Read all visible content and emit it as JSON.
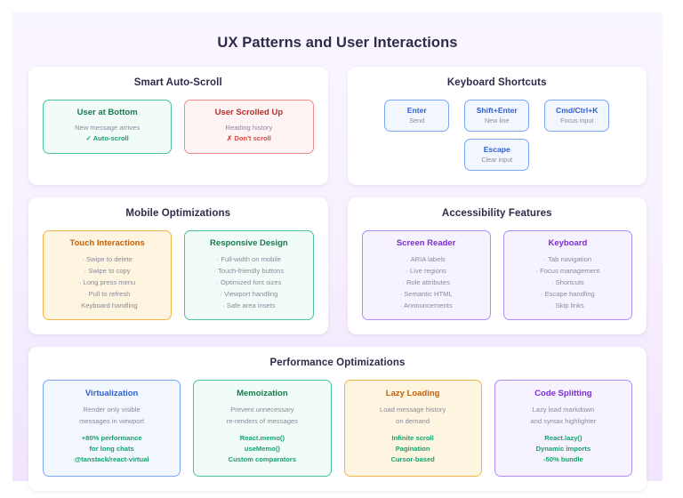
{
  "page": {
    "title": "UX Patterns and User Interactions",
    "background_top": "#faf6ff",
    "background_bottom": "#f1e6fd"
  },
  "sections": {
    "auto_scroll": {
      "title": "Smart Auto-Scroll",
      "boxes": [
        {
          "title": "User at Bottom",
          "lines": [
            "New message arrives"
          ],
          "accent": [
            "✓ Auto-scroll"
          ],
          "color": "#1aa06d"
        },
        {
          "title": "User Scrolled Up",
          "lines": [
            "Reading history"
          ],
          "accent": [
            "✗ Don't scroll"
          ],
          "color": "#e0453f"
        }
      ]
    },
    "keyboard": {
      "title": "Keyboard Shortcuts",
      "keys": [
        {
          "key": "Enter",
          "desc": "Send"
        },
        {
          "key": "Shift+Enter",
          "desc": "New line"
        },
        {
          "key": "Cmd/Ctrl+K",
          "desc": "Focus input"
        },
        {
          "key": "Escape",
          "desc": "Clear input"
        }
      ]
    },
    "mobile": {
      "title": "Mobile Optimizations",
      "boxes": [
        {
          "title": "Touch Interactions",
          "lines": [
            "· Swipe to delete",
            "· Swipe to copy",
            "· Long press menu",
            "· Pull to refresh",
            "· Keyboard handling"
          ]
        },
        {
          "title": "Responsive Design",
          "lines": [
            "· Full-width on mobile",
            "· Touch-friendly buttons",
            "· Optimized font sizes",
            "· Viewport handling",
            "· Safe area insets"
          ]
        }
      ]
    },
    "accessibility": {
      "title": "Accessibility Features",
      "boxes": [
        {
          "title": "Screen Reader",
          "lines": [
            "· ARIA labels",
            "· Live regions",
            "· Role attributes",
            "· Semantic HTML",
            "· Announcements"
          ]
        },
        {
          "title": "Keyboard",
          "lines": [
            "· Tab navigation",
            "· Focus management",
            "· Shortcuts",
            "· Escape handling",
            "· Skip links"
          ]
        }
      ]
    },
    "performance": {
      "title": "Performance Optimizations",
      "boxes": [
        {
          "title": "Virtualization",
          "desc": [
            "Render only visible",
            "messages in viewport"
          ],
          "accent": [
            "+80% performance",
            "for long chats",
            "@tanstack/react-virtual"
          ]
        },
        {
          "title": "Memoization",
          "desc": [
            "Prevent unnecessary",
            "re-renders of messages"
          ],
          "accent": [
            "React.memo()",
            "useMemo()",
            "Custom comparators"
          ]
        },
        {
          "title": "Lazy Loading",
          "desc": [
            "Load message history",
            "on demand"
          ],
          "accent": [
            "Infinite scroll",
            "Pagination",
            "Cursor-based"
          ]
        },
        {
          "title": "Code Splitting",
          "desc": [
            "Lazy load markdown",
            "and syntax highlighter"
          ],
          "accent": [
            "React.lazy()",
            "Dynamic imports",
            "-50% bundle"
          ]
        }
      ]
    }
  }
}
